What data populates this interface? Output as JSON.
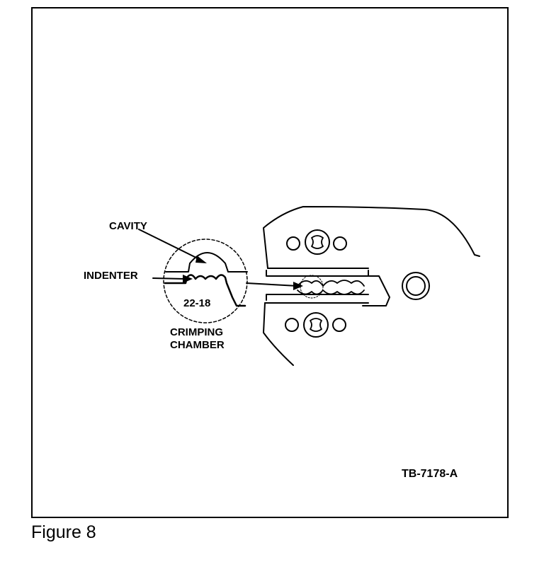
{
  "labels": {
    "cavity": "CAVITY",
    "indenter": "INDENTER",
    "size_range": "22-18",
    "crimping_line1": "CRIMPING",
    "crimping_line2": "CHAMBER",
    "drawing_code": "TB-7178-A"
  },
  "caption": "Figure 8"
}
